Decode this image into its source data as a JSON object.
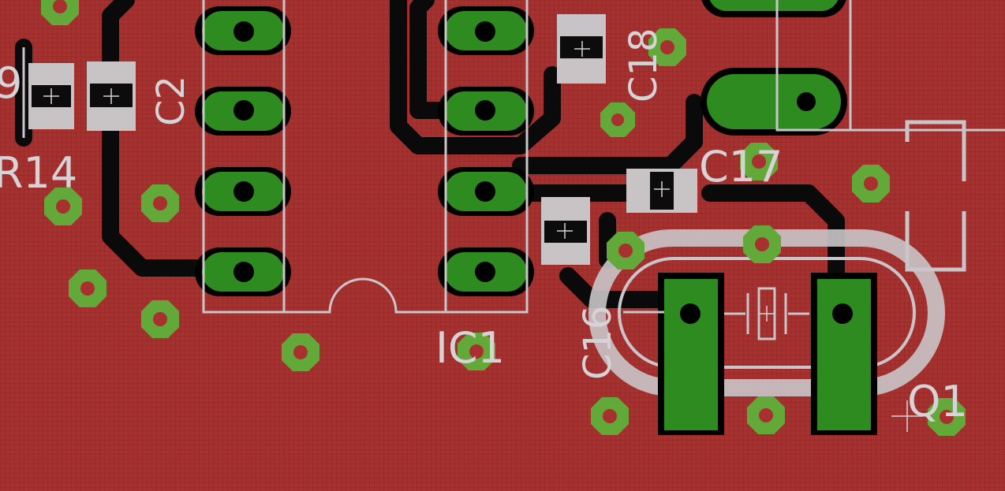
{
  "view": {
    "background_color": "#a8312f",
    "grid_color": "#8b2626",
    "pad_color": "#2e8b1f",
    "via_color": "#62a93a",
    "silk_color": "#c9c5c8",
    "trace_color": "#0a0a0a"
  },
  "labels": {
    "r14": "R14",
    "r9": "9",
    "c2": "C2",
    "c18": "C18",
    "c17": "C17",
    "c16": "C16",
    "ic1": "IC1",
    "q1": "Q1"
  },
  "icons": {
    "crystal": "crystal-symbol-icon"
  }
}
